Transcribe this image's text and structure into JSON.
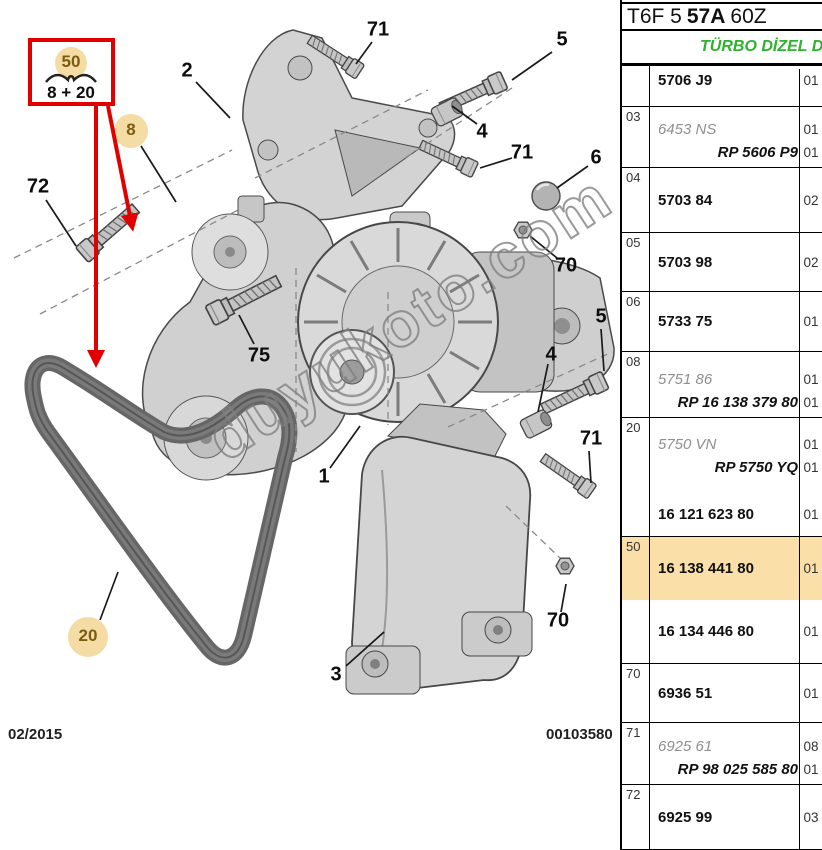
{
  "diagram": {
    "labels": {
      "n1": "1",
      "n2": "2",
      "n3": "3",
      "n4": "4",
      "n5": "5",
      "n6": "6",
      "n8": "8",
      "n20": "20",
      "n50": "50",
      "n70": "70",
      "n71": "71",
      "n72": "72",
      "n75": "75"
    },
    "formula": "8 + 20",
    "watermark": "duyukoto.com",
    "date": "02/2015",
    "doc_number": "00103580",
    "colors": {
      "highlight": "#fadfa8",
      "callout_circle": "#f4dca4",
      "arrow_red": "#e10000",
      "subtitle_green": "#2db32d"
    }
  },
  "panel": {
    "title": {
      "prefix": "T6F 5",
      "bold": "57A",
      "suffix": "60Z"
    },
    "subtitle": "TÜRBO DİZEL D",
    "rows": [
      {
        "index": "",
        "lines": [
          {
            "text": "5706 J9",
            "qty": "01"
          }
        ]
      },
      {
        "index": "03",
        "lines": [
          {
            "text": "6453 NS",
            "qty": "01"
          },
          {
            "text": "RP 5606 P9",
            "qty": "01"
          }
        ]
      },
      {
        "index": "04",
        "lines": [
          {
            "text": "5703 84",
            "qty": "02"
          }
        ]
      },
      {
        "index": "05",
        "lines": [
          {
            "text": "5703 98",
            "qty": "02"
          }
        ]
      },
      {
        "index": "06",
        "lines": [
          {
            "text": "5733 75",
            "qty": "01"
          }
        ]
      },
      {
        "index": "08",
        "lines": [
          {
            "text": "5751 86",
            "qty": "01"
          },
          {
            "text": "RP 16 138 379 80",
            "qty": "01"
          }
        ]
      },
      {
        "index": "20",
        "lines": [
          {
            "text": "5750 VN",
            "qty": "01"
          },
          {
            "text": "RP 5750 YQ",
            "qty": "01"
          },
          {
            "text": "16 121 623 80",
            "qty": "01"
          }
        ]
      },
      {
        "index": "50",
        "highlighted": true,
        "lines": [
          {
            "text": "16 138 441 80",
            "qty": "01"
          },
          {
            "text": "16 134 446 80",
            "qty": "01"
          }
        ]
      },
      {
        "index": "70",
        "lines": [
          {
            "text": "6936 51",
            "qty": "01"
          }
        ]
      },
      {
        "index": "71",
        "lines": [
          {
            "text": "6925 61",
            "qty": "08"
          },
          {
            "text": "RP 98 025 585 80",
            "qty": "01"
          }
        ]
      },
      {
        "index": "72",
        "lines": [
          {
            "text": "6925 99",
            "qty": "03"
          }
        ]
      }
    ]
  }
}
